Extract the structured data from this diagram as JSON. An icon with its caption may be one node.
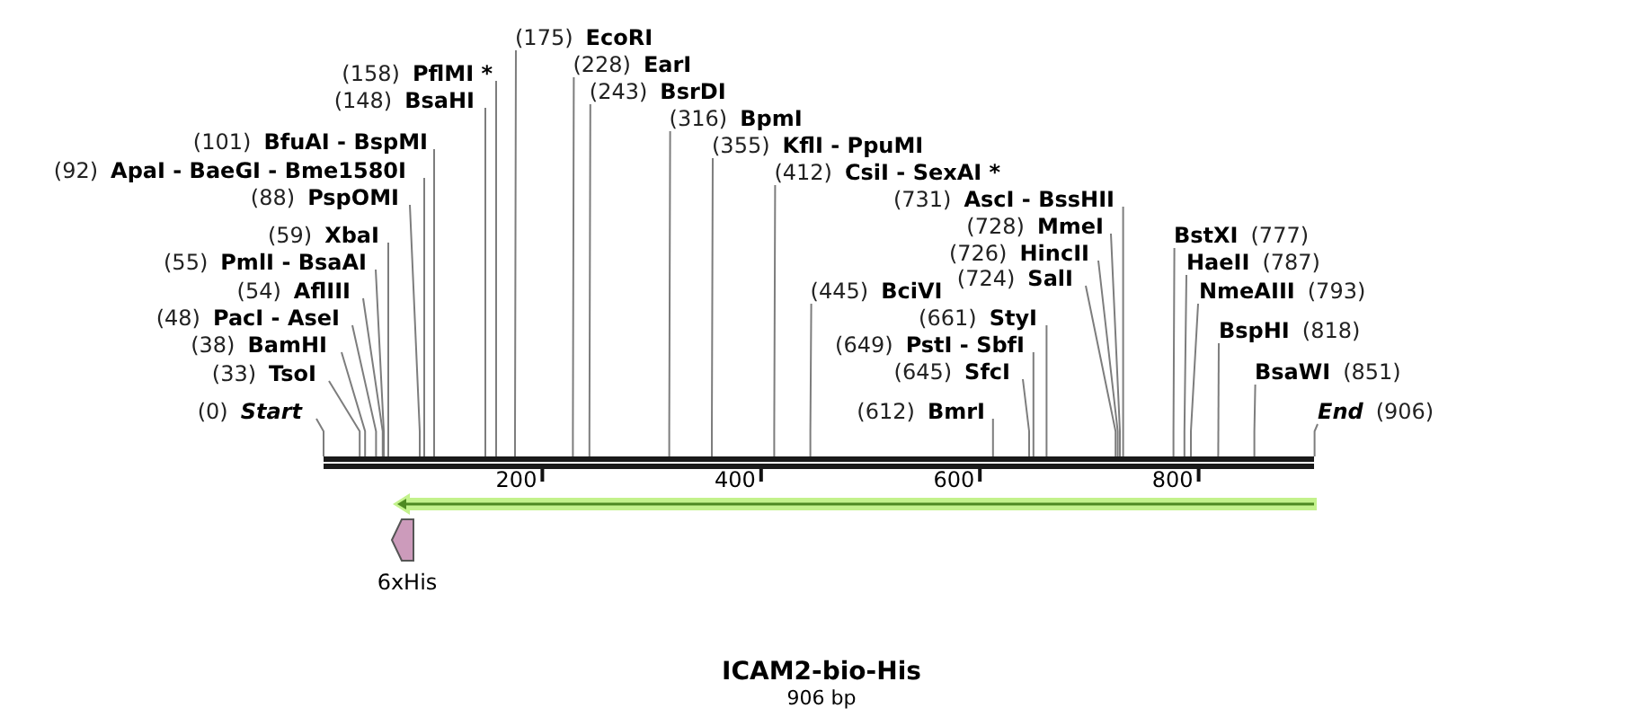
{
  "diagram": {
    "title": "ICAM2-bio-His",
    "caption": "906 bp",
    "nodes": [
      {
        "text": [
          "(158)",
          "PflMI *"
        ]
      },
      {
        "text": [
          "(148)",
          "BsaHI"
        ]
      },
      {
        "text": [
          "(101)",
          "BfuAI - BspMI"
        ]
      },
      {
        "text": [
          "(92)",
          "ApaI - BaeGI - Bme1580I"
        ]
      },
      {
        "text": [
          "(88)",
          "PspOMI"
        ]
      },
      {
        "text": [
          "(59)",
          "XbaI"
        ]
      },
      {
        "text": [
          "(55)",
          "PmlI - BsaAI"
        ]
      },
      {
        "text": [
          "(54)",
          "AflIII"
        ]
      },
      {
        "text": [
          "(48)",
          "PacI - AseI"
        ]
      },
      {
        "text": [
          "(38)",
          "BamHI"
        ]
      },
      {
        "text": [
          "(33)",
          "TsoI"
        ]
      },
      {
        "text": [
          "(0)",
          "Start"
        ]
      },
      {
        "text": [
          "(175)",
          "EcoRI"
        ]
      },
      {
        "text": [
          "(243)",
          "BsrDI"
        ]
      },
      {
        "text": [
          "(228)",
          "EarI"
        ]
      },
      {
        "text": [
          "(412)",
          "CsiI - SexAI *"
        ]
      },
      {
        "text": [
          "(355)",
          "KflI - PpuMI"
        ]
      },
      {
        "text": [
          "(316)",
          "BpmI"
        ]
      },
      {
        "text": [
          "(445)",
          "BciVI"
        ]
      },
      {
        "text": [
          "(731)",
          "AscI - BssHII"
        ]
      },
      {
        "text": [
          "(728)",
          "MmeI"
        ]
      },
      {
        "text": [
          "(726)",
          "HincII"
        ]
      },
      {
        "text": [
          "(724)",
          "SalI"
        ]
      },
      {
        "text": [
          "(661)",
          "StyI"
        ]
      },
      {
        "text": [
          "(649)",
          "PstI - SbfI"
        ]
      },
      {
        "text": [
          "(645)",
          "SfcI"
        ]
      },
      {
        "text": [
          "(612)",
          "BmrI"
        ]
      },
      {
        "text": [
          "BstXI",
          "(777)"
        ]
      },
      {
        "text": [
          "HaeII",
          "(787)"
        ]
      },
      {
        "text": [
          "NmeAIII",
          "(793)"
        ]
      },
      {
        "text": [
          "BspHI",
          "(818)"
        ]
      },
      {
        "text": [
          "BsaWI",
          "(851)"
        ]
      },
      {
        "text": [
          "End",
          "(906)"
        ]
      },
      {
        "text": [],
        "shape": "bar"
      },
      {
        "text": [],
        "shape": "arrow"
      },
      {
        "text": [
          "6xHis"
        ]
      }
    ],
    "edges": [
      {
        "from": 0,
        "to": 33,
        "arrow": "none"
      },
      {
        "from": 1,
        "to": 33,
        "arrow": "none"
      },
      {
        "from": 2,
        "to": 33,
        "arrow": "none"
      },
      {
        "from": 3,
        "to": 33,
        "arrow": "none"
      },
      {
        "from": 4,
        "to": 33,
        "arrow": "none"
      },
      {
        "from": 5,
        "to": 33,
        "arrow": "none"
      },
      {
        "from": 6,
        "to": 33,
        "arrow": "none"
      },
      {
        "from": 7,
        "to": 33,
        "arrow": "none"
      },
      {
        "from": 8,
        "to": 33,
        "arrow": "none"
      },
      {
        "from": 9,
        "to": 33,
        "arrow": "none"
      },
      {
        "from": 10,
        "to": 33,
        "arrow": "none"
      },
      {
        "from": 11,
        "to": 33,
        "arrow": "none"
      },
      {
        "from": 12,
        "to": 33,
        "arrow": "none"
      },
      {
        "from": 13,
        "to": 33,
        "arrow": "none"
      },
      {
        "from": 14,
        "to": 33,
        "arrow": "none"
      },
      {
        "from": 15,
        "to": 33,
        "arrow": "none"
      },
      {
        "from": 16,
        "to": 33,
        "arrow": "none"
      },
      {
        "from": 17,
        "to": 33,
        "arrow": "none"
      },
      {
        "from": 18,
        "to": 33,
        "arrow": "none"
      },
      {
        "from": 19,
        "to": 33,
        "arrow": "none"
      },
      {
        "from": 20,
        "to": 33,
        "arrow": "none"
      },
      {
        "from": 21,
        "to": 33,
        "arrow": "none"
      },
      {
        "from": 22,
        "to": 33,
        "arrow": "none"
      },
      {
        "from": 23,
        "to": 33,
        "arrow": "none"
      },
      {
        "from": 24,
        "to": 33,
        "arrow": "none"
      },
      {
        "from": 25,
        "to": 33,
        "arrow": "none"
      },
      {
        "from": 26,
        "to": 33,
        "arrow": "none"
      },
      {
        "from": 27,
        "to": 33,
        "arrow": "none"
      },
      {
        "from": 28,
        "to": 33,
        "arrow": "none"
      },
      {
        "from": 29,
        "to": 33,
        "arrow": "none"
      },
      {
        "from": 30,
        "to": 33,
        "arrow": "none"
      },
      {
        "from": 31,
        "to": 33,
        "arrow": "none"
      },
      {
        "from": 32,
        "to": 33,
        "arrow": "none"
      }
    ],
    "labels": [
      "200",
      "400",
      "600",
      "800"
    ]
  }
}
